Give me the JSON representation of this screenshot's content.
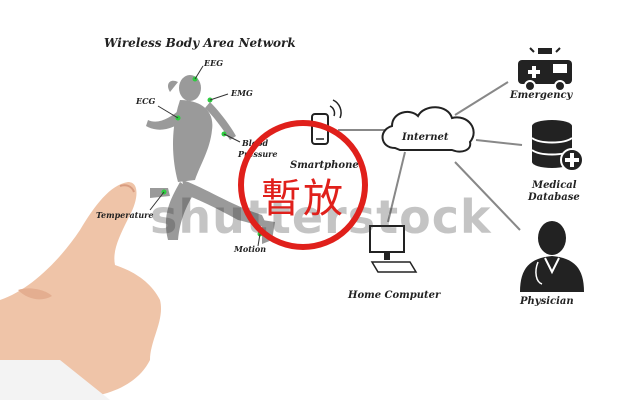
{
  "title": "Wireless Body Area Network",
  "sensors": {
    "eeg": "EEG",
    "emg": "EMG",
    "ecg": "ECG",
    "blood_pressure_line1": "Blood",
    "blood_pressure_line2": "Pressure",
    "temperature": "Temperature",
    "motion": "Motion"
  },
  "nodes": {
    "smartphone": "Smartphone",
    "internet": "Internet",
    "home_computer": "Home Computer",
    "emergency": "Emergency",
    "medical_database_line1": "Medical",
    "medical_database_line2": "Database",
    "physician": "Physician"
  },
  "watermark": "shutterstock",
  "stamp": "暫放",
  "colors": {
    "stamp_red": "#e0201b",
    "figure_gray": "#9a9a9a",
    "sensor_green": "#2ecc40",
    "icon_dark": "#222222"
  }
}
